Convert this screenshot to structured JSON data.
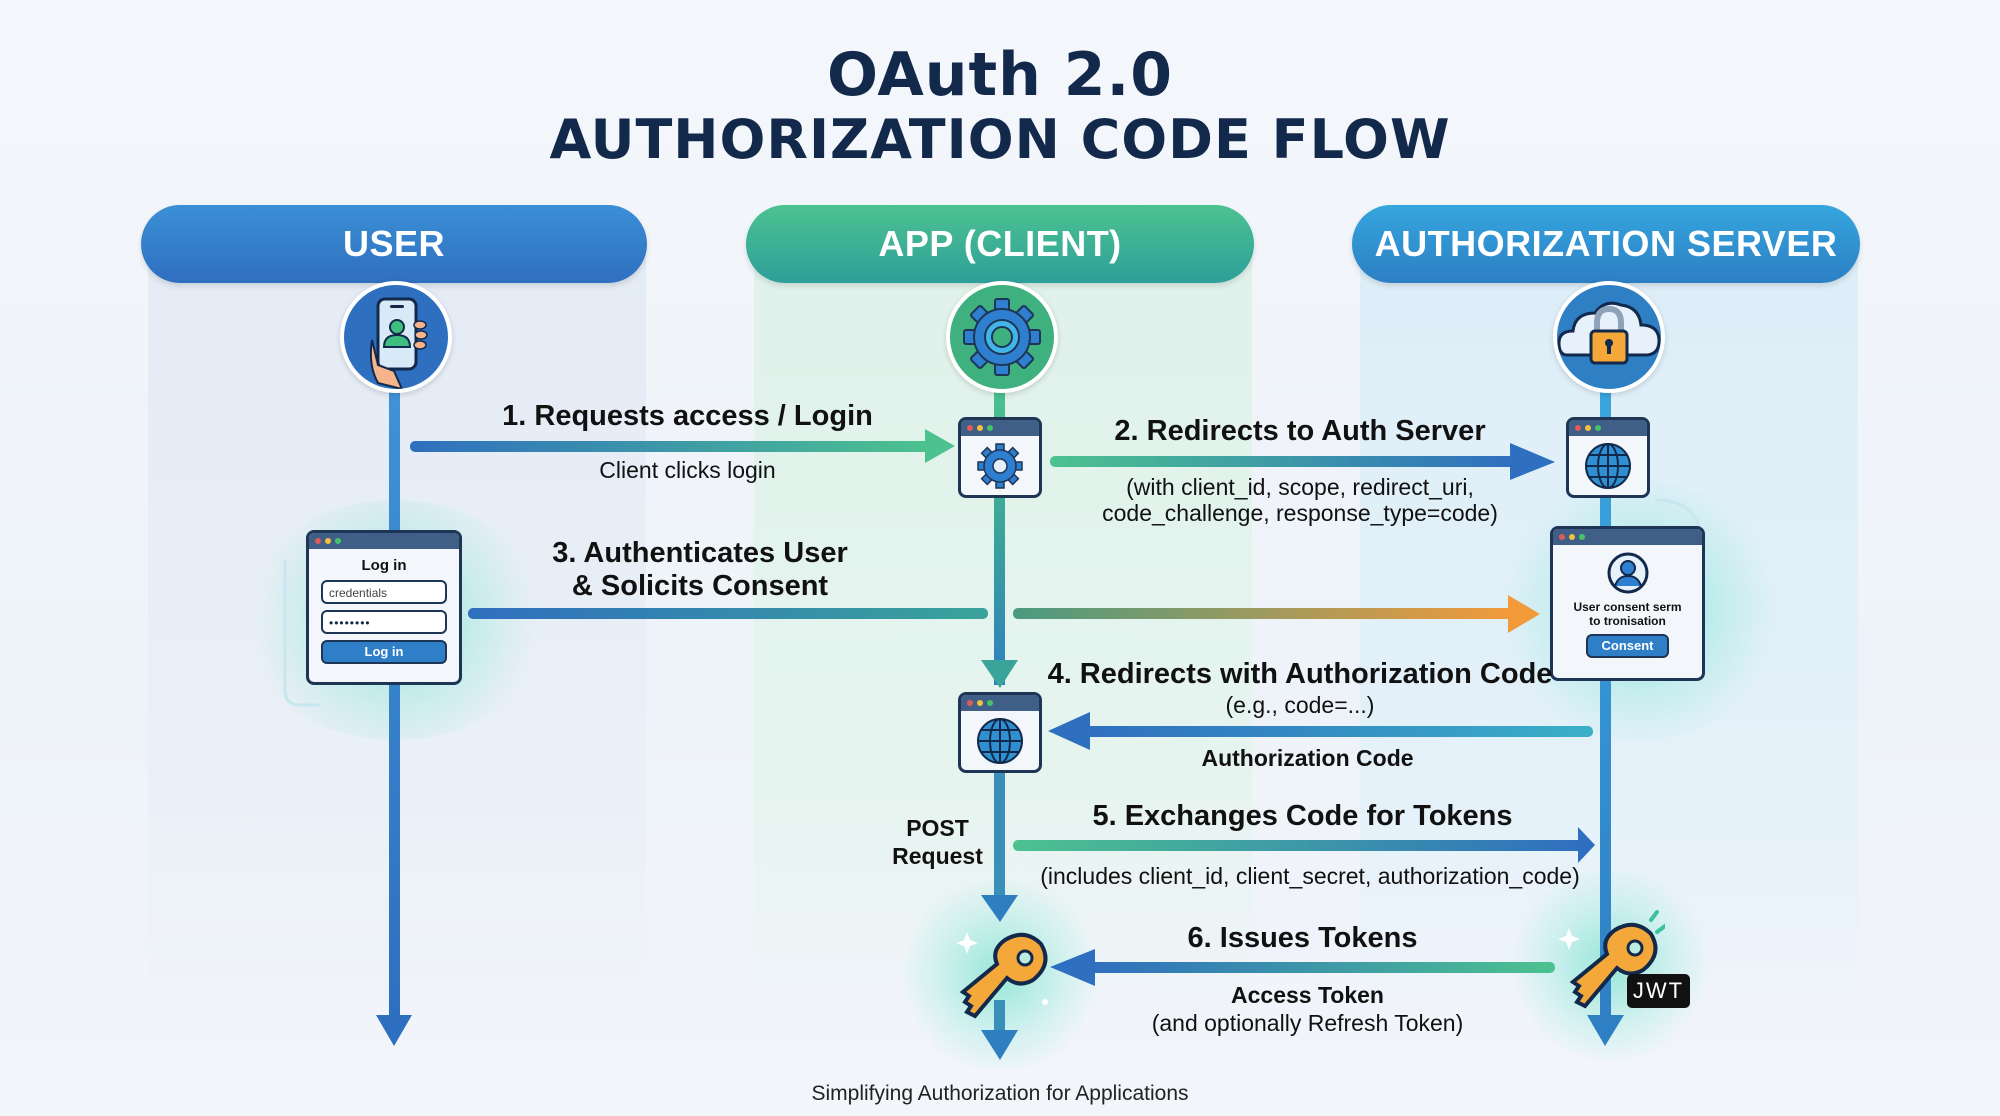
{
  "title": {
    "line1": "OAuth 2.0",
    "line2": "AUTHORIZATION CODE FLOW"
  },
  "lanes": [
    {
      "id": "user",
      "label": "USER",
      "icon": "phone-user-icon",
      "color": "#2f6fbf"
    },
    {
      "id": "app",
      "label": "APP (CLIENT)",
      "icon": "gear-icon",
      "color": "#3cb08f"
    },
    {
      "id": "auth",
      "label": "AUTHORIZATION SERVER",
      "icon": "cloud-lock-icon",
      "color": "#2d8fd0"
    }
  ],
  "steps": [
    {
      "n": 1,
      "label": "1. Requests access / Login",
      "sub": "Client clicks login",
      "from": "user",
      "to": "app"
    },
    {
      "n": 2,
      "label": "2. Redirects to Auth Server",
      "sub_lines": [
        "(with client_id, scope, redirect_uri,",
        "code_challenge, response_type=code)"
      ],
      "from": "app",
      "to": "auth"
    },
    {
      "n": 3,
      "label_lines": [
        "3. Authenticates User",
        "& Solicits Consent"
      ],
      "from": "user",
      "to": "auth"
    },
    {
      "n": 4,
      "label": "4. Redirects with Authorization Code",
      "sub": "(e.g., code=...)",
      "sub2": "Authorization Code",
      "from": "auth",
      "to": "app"
    },
    {
      "n": 5,
      "label": "5. Exchanges Code for Tokens",
      "sub": "(includes client_id, client_secret, authorization_code)",
      "side_note_lines": [
        "POST",
        "Request"
      ],
      "from": "app",
      "to": "auth"
    },
    {
      "n": 6,
      "label": "6. Issues Tokens",
      "sub_lines": [
        "Access Token",
        "(and optionally Refresh Token)"
      ],
      "from": "auth",
      "to": "app"
    }
  ],
  "login_window": {
    "title": "Log in",
    "username_value": "credentials",
    "password_value": "••••••••",
    "button": "Log in"
  },
  "consent_window": {
    "text_lines": [
      "User consent serm",
      "to tronisation"
    ],
    "button": "Consent"
  },
  "badges": {
    "jwt": "JWT"
  },
  "colors": {
    "title": "#13294b",
    "orange_arrow": "#f39a3b",
    "blue": "#2f6fbf",
    "green": "#4cc28f",
    "key": "#f5a83a"
  },
  "footer": "Simplifying Authorization for Applications"
}
